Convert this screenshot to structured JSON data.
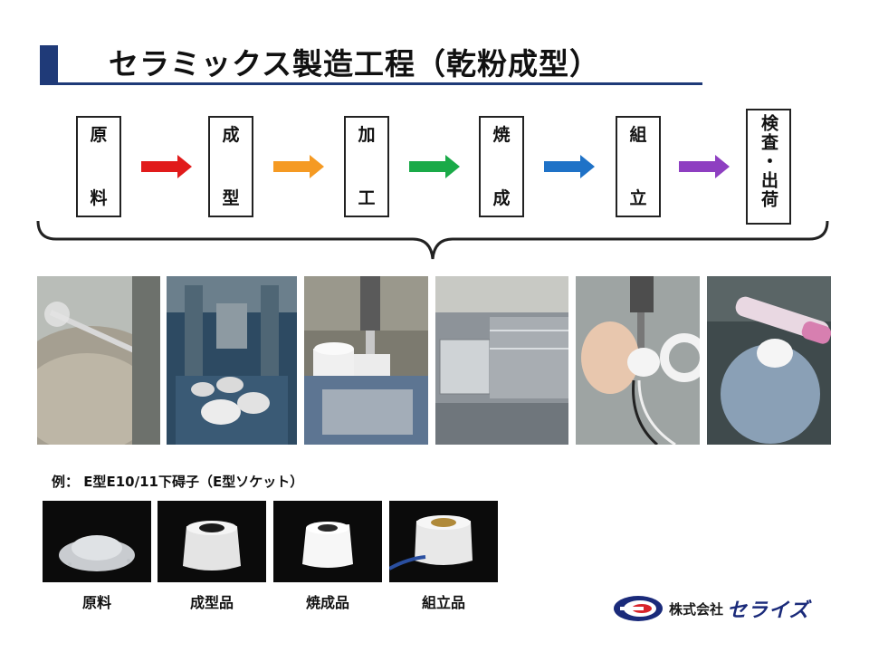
{
  "title": "セラミックス製造工程（乾粉成型）",
  "steps": [
    {
      "top": "原",
      "bottom": "料"
    },
    {
      "top": "成",
      "bottom": "型"
    },
    {
      "top": "加",
      "bottom": "工"
    },
    {
      "top": "焼",
      "bottom": "成"
    },
    {
      "top": "組",
      "bottom": "立"
    },
    {
      "top": "検査",
      "bottom": "・出荷"
    }
  ],
  "arrow_colors": [
    "#e11b1b",
    "#f59a23",
    "#1aaa48",
    "#1f72c7",
    "#8e3fc1"
  ],
  "example": {
    "label": "例：  E型E10/11下碍子（E型ソケット）",
    "items": [
      "原料",
      "成型品",
      "焼成品",
      "組立品"
    ]
  },
  "logo": {
    "company": "株式会社",
    "brand": "セライズ"
  }
}
